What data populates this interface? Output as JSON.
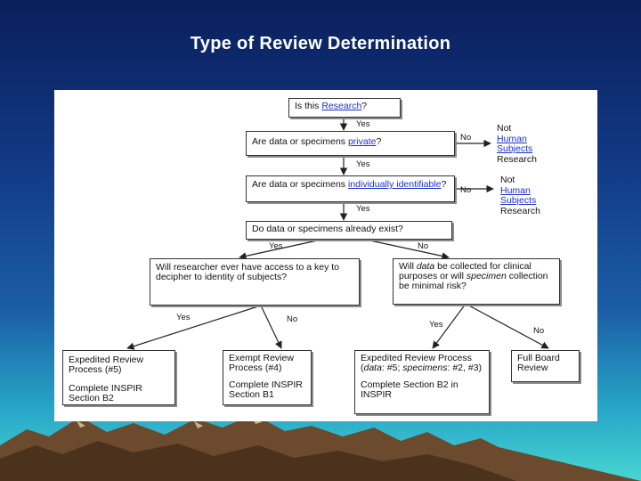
{
  "slide_title": "Type of Review Determination",
  "q1": {
    "pre": "Is this ",
    "link": "Research",
    "post": "?"
  },
  "q2": {
    "pre": "Are data or specimens ",
    "link": "private",
    "post": "?"
  },
  "q3": {
    "pre": "Are data or specimens ",
    "link": "individually identifiable",
    "post": "?"
  },
  "q4": {
    "text": "Do data or specimens already exist?"
  },
  "q5": {
    "text": "Will researcher ever have access to a key to decipher to identity of subjects?"
  },
  "q6": {
    "t1": "Will ",
    "t2": "data",
    "t3": " be collected for clinical purposes or will ",
    "t4": "specimen",
    "t5": " collection be minimal risk?"
  },
  "outcome_private": {
    "l1": "Not",
    "l2": "Human",
    "l3": "Subjects",
    "l4": "Research"
  },
  "outcome_identifiable": {
    "l1": "Not",
    "l2": "Human",
    "l3": "Subjects",
    "l4": "Research"
  },
  "r1": {
    "l1": "Expedited Review Process (#5)",
    "l2": "Complete INSPIR Section B2"
  },
  "r2": {
    "l1": "Exempt Review Process (#4)",
    "l2": "Complete INSPIR Section B1"
  },
  "r3": {
    "a": "Expedited Review Process (",
    "b": "data",
    "c": ": #5; ",
    "d": "specimens",
    "e": ": #2, #3)",
    "l2": "Complete Section B2 in INSPIR"
  },
  "r4": {
    "l1": "Full Board Review"
  },
  "edge_labels": {
    "yes1": "Yes",
    "yes2": "Yes",
    "yes3": "Yes",
    "no_private": "No",
    "no_identifiable": "No",
    "yes_exist": "Yes",
    "no_exist": "No",
    "yes_key": "Yes",
    "no_key": "No",
    "yes_clinical": "Yes",
    "no_clinical": "No"
  }
}
